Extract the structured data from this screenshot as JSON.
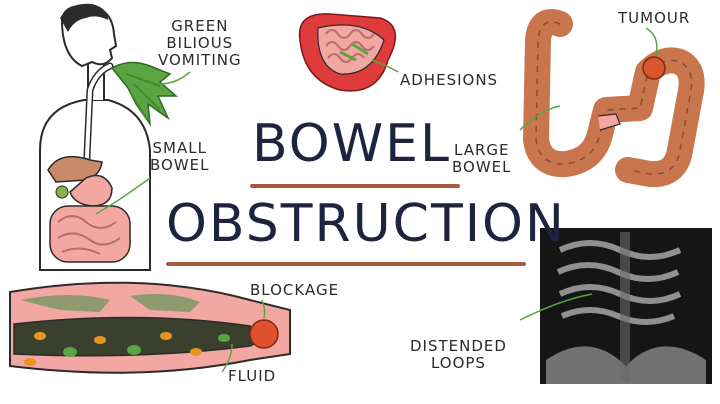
{
  "title": {
    "line1": "BOWEL",
    "line2": "OBSTRUCTION"
  },
  "labels": {
    "green_bilious_vomiting": [
      "GREEN",
      "BILIOUS",
      "VOMITING"
    ],
    "adhesions": "ADHESIONS",
    "tumour": "TUMOUR",
    "small_bowel": [
      "SMALL",
      "BOWEL"
    ],
    "large_bowel": [
      "LARGE",
      "BOWEL"
    ],
    "blockage": "BLOCKAGE",
    "fluid": "FLUID",
    "distended_loops": [
      "DISTENDED",
      "LOOPS"
    ]
  },
  "colors": {
    "title_ink": "#1f2340",
    "underline": "#a65a3e",
    "bowel_pink": "#f2a7a3",
    "large_bowel": "#c9764e",
    "vomit_green": "#5aa541",
    "tumour": "#d9572e",
    "xray_bg": "#151515"
  }
}
